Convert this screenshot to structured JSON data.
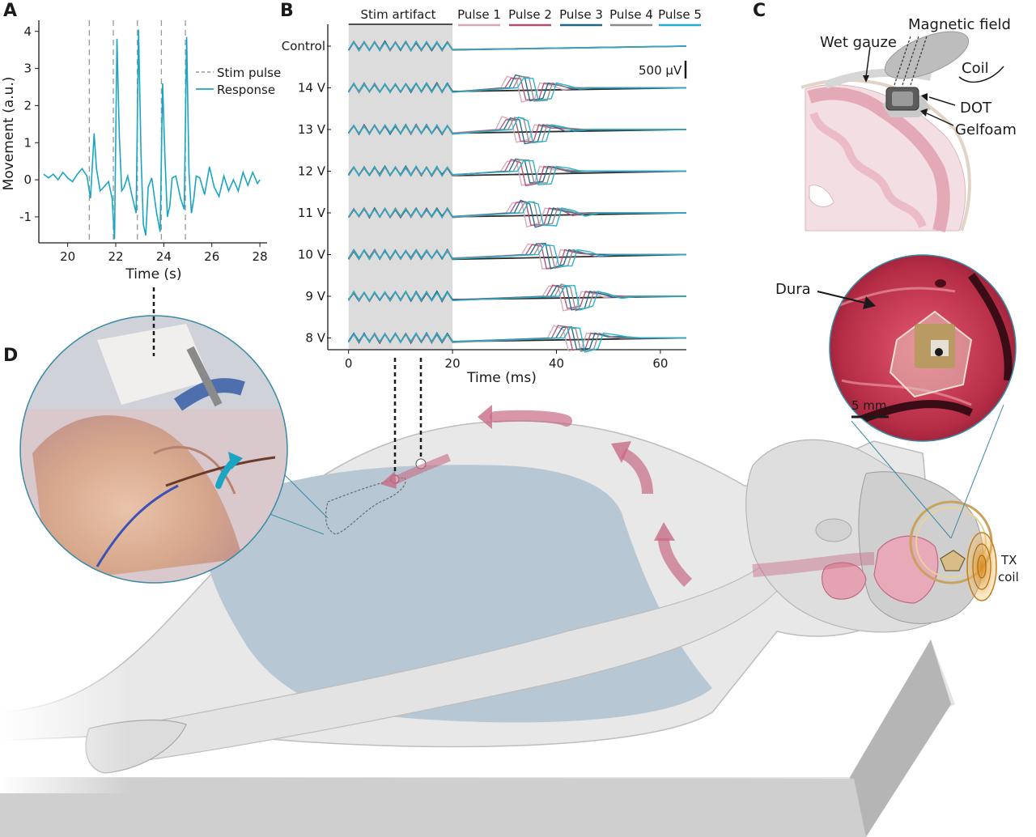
{
  "panel_letters": {
    "a": "A",
    "b": "B",
    "c": "C",
    "d": "D"
  },
  "colors": {
    "response": "#1aa6c3",
    "stim_pulse": "#999999",
    "pulse1": "#d4a7b9",
    "pulse2": "#b04e73",
    "pulse3": "#1f6688",
    "pulse4": "#8a8a8a",
    "pulse5": "#20b0cc",
    "control": "#222222",
    "shade": "#dcdcdc",
    "arrow": "#c76a85",
    "body": "#e6e6e6",
    "gown": "#b7c7d3",
    "tissue": "#c7364f"
  },
  "panel_a": {
    "chart_data": {
      "type": "line",
      "xlabel": "Time (s)",
      "ylabel": "Movement (a.u.)",
      "xlim": [
        18.8,
        28.3
      ],
      "ylim": [
        -1.7,
        4.3
      ],
      "xticks": [
        20,
        22,
        24,
        26,
        28
      ],
      "yticks": [
        -1,
        0,
        1,
        2,
        3,
        4
      ],
      "legend": [
        "Stim pulse",
        "Response"
      ],
      "legend_position": "top-right",
      "stim_pulses": [
        20.9,
        21.9,
        22.9,
        23.9,
        24.9
      ],
      "x": [
        19.0,
        19.2,
        19.4,
        19.6,
        19.8,
        20.0,
        20.2,
        20.4,
        20.6,
        20.8,
        20.95,
        21.1,
        21.2,
        21.35,
        21.5,
        21.7,
        21.85,
        21.95,
        22.05,
        22.15,
        22.25,
        22.35,
        22.5,
        22.7,
        22.85,
        22.95,
        23.05,
        23.15,
        23.25,
        23.35,
        23.5,
        23.7,
        23.85,
        23.95,
        24.05,
        24.15,
        24.25,
        24.35,
        24.5,
        24.7,
        24.85,
        24.95,
        25.05,
        25.15,
        25.25,
        25.35,
        25.5,
        25.7,
        25.9,
        26.1,
        26.3,
        26.5,
        26.7,
        26.9,
        27.1,
        27.3,
        27.5,
        27.7,
        27.9,
        28.0
      ],
      "y": [
        0.15,
        0.05,
        0.15,
        0.0,
        0.2,
        0.05,
        -0.05,
        0.15,
        0.3,
        0.1,
        -0.5,
        1.25,
        0.3,
        -0.3,
        -0.2,
        -0.05,
        -0.5,
        -1.6,
        3.8,
        1.2,
        -0.3,
        -0.2,
        0.1,
        -0.5,
        -0.9,
        4.05,
        0.7,
        -1.2,
        -1.5,
        -0.2,
        0.05,
        -0.9,
        -1.4,
        2.6,
        0.6,
        -1.0,
        -0.7,
        0.05,
        0.1,
        -0.5,
        -0.8,
        3.85,
        0.2,
        -0.9,
        -0.5,
        0.1,
        0.05,
        -0.4,
        0.35,
        -0.2,
        -0.45,
        0.1,
        -0.3,
        0.0,
        -0.3,
        0.2,
        -0.15,
        0.2,
        -0.1,
        0.0
      ]
    }
  },
  "panel_b": {
    "chart_data": {
      "type": "line",
      "xlabel": "Time (ms)",
      "xlim": [
        -4,
        65
      ],
      "xticks": [
        0,
        20,
        40,
        60
      ],
      "shade_range": [
        0,
        20
      ],
      "shade_label": "Stim artifact",
      "scale_bar_label": "500 µV",
      "row_labels": [
        "Control",
        "14 V",
        "13 V",
        "12 V",
        "11 V",
        "10 V",
        "9 V",
        "8 V"
      ],
      "series_names": [
        "Pulse 1",
        "Pulse 2",
        "Pulse 3",
        "Pulse 4",
        "Pulse 5"
      ],
      "response_onset_ms": [
        null,
        30,
        29,
        30,
        31,
        34,
        38,
        39
      ]
    }
  },
  "panel_c": {
    "labels": {
      "wet_gauze": "Wet gauze",
      "magnetic_field": "Magnetic field",
      "coil": "Coil",
      "dot": "DOT",
      "gelfoam": "Gelfoam",
      "dura": "Dura",
      "scale": "5 mm"
    }
  },
  "panel_d": {
    "labels": {
      "tx_coil_line1": "TX",
      "tx_coil_line2": "coil"
    }
  }
}
